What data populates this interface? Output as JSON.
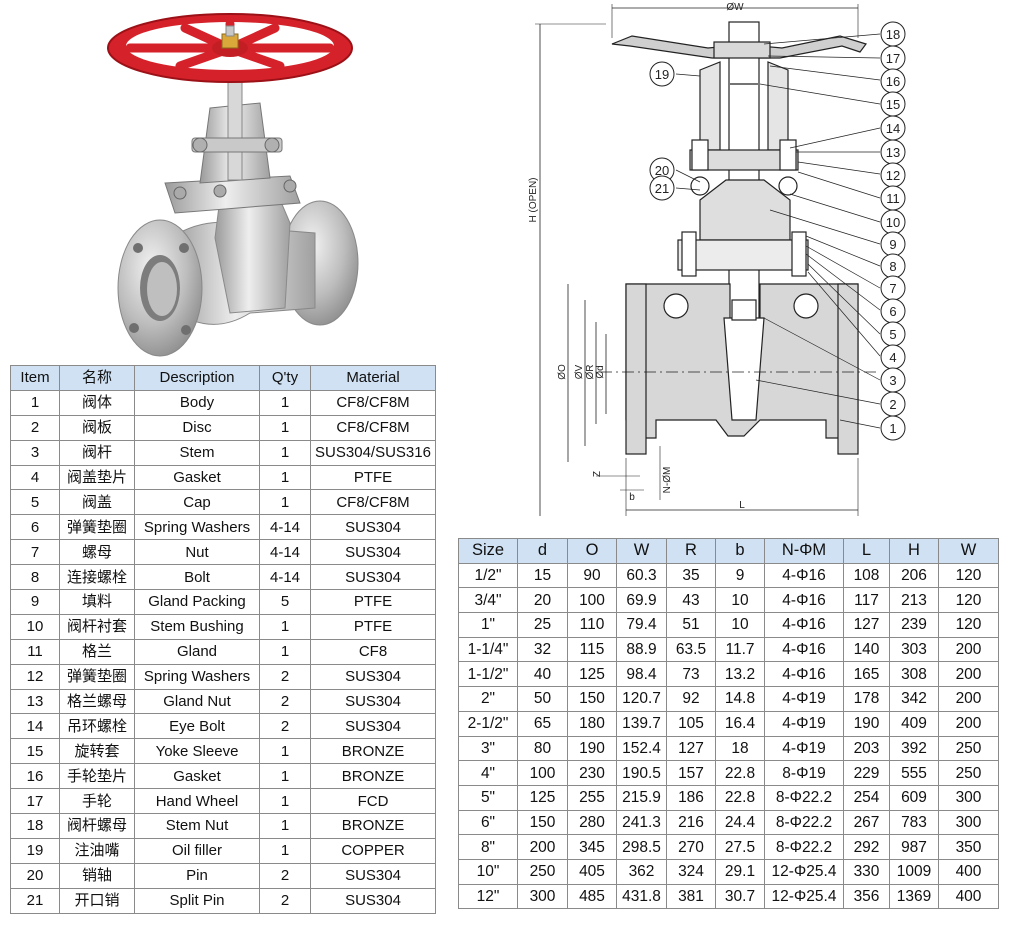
{
  "drawing": {
    "top_dimension": "ØW",
    "height_dimension": "H (OPEN)",
    "length_dimension": "L",
    "left_dimensions": [
      "ØO",
      "ØV",
      "ØR",
      "Ød"
    ],
    "bottom_dimensions": [
      "Z",
      "b",
      "N-ØM"
    ],
    "balloons": [
      "18",
      "17",
      "16",
      "15",
      "14",
      "13",
      "12",
      "11",
      "10",
      "9",
      "8",
      "7",
      "6",
      "5",
      "4",
      "3",
      "2",
      "1",
      "19",
      "20",
      "21"
    ]
  },
  "parts_table": {
    "headers": [
      "Item",
      "名称",
      "Description",
      "Q'ty",
      "Material"
    ],
    "rows": [
      [
        "1",
        "阀体",
        "Body",
        "1",
        "CF8/CF8M"
      ],
      [
        "2",
        "阀板",
        "Disc",
        "1",
        "CF8/CF8M"
      ],
      [
        "3",
        "阀杆",
        "Stem",
        "1",
        "SUS304/SUS316"
      ],
      [
        "4",
        "阀盖垫片",
        "Gasket",
        "1",
        "PTFE"
      ],
      [
        "5",
        "阀盖",
        "Cap",
        "1",
        "CF8/CF8M"
      ],
      [
        "6",
        "弹簧垫圈",
        "Spring Washers",
        "4-14",
        "SUS304"
      ],
      [
        "7",
        "螺母",
        "Nut",
        "4-14",
        "SUS304"
      ],
      [
        "8",
        "连接螺栓",
        "Bolt",
        "4-14",
        "SUS304"
      ],
      [
        "9",
        "填料",
        "Gland Packing",
        "5",
        "PTFE"
      ],
      [
        "10",
        "阀杆衬套",
        "Stem Bushing",
        "1",
        "PTFE"
      ],
      [
        "11",
        "格兰",
        "Gland",
        "1",
        "CF8"
      ],
      [
        "12",
        "弹簧垫圈",
        "Spring Washers",
        "2",
        "SUS304"
      ],
      [
        "13",
        "格兰螺母",
        "Gland Nut",
        "2",
        "SUS304"
      ],
      [
        "14",
        "吊环螺栓",
        "Eye Bolt",
        "2",
        "SUS304"
      ],
      [
        "15",
        "旋转套",
        "Yoke Sleeve",
        "1",
        "BRONZE"
      ],
      [
        "16",
        "手轮垫片",
        "Gasket",
        "1",
        "BRONZE"
      ],
      [
        "17",
        "手轮",
        "Hand Wheel",
        "1",
        "FCD"
      ],
      [
        "18",
        "阀杆螺母",
        "Stem Nut",
        "1",
        "BRONZE"
      ],
      [
        "19",
        "注油嘴",
        "Oil filler",
        "1",
        "COPPER"
      ],
      [
        "20",
        "销轴",
        "Pin",
        "2",
        "SUS304"
      ],
      [
        "21",
        "开口销",
        "Split Pin",
        "2",
        "SUS304"
      ]
    ]
  },
  "size_table": {
    "headers": [
      "Size",
      "d",
      "O",
      "W",
      "R",
      "b",
      "N-ΦM",
      "L",
      "H",
      "W"
    ],
    "rows": [
      [
        "1/2\"",
        "15",
        "90",
        "60.3",
        "35",
        "9",
        "4-Φ16",
        "108",
        "206",
        "120"
      ],
      [
        "3/4\"",
        "20",
        "100",
        "69.9",
        "43",
        "10",
        "4-Φ16",
        "117",
        "213",
        "120"
      ],
      [
        "1\"",
        "25",
        "110",
        "79.4",
        "51",
        "10",
        "4-Φ16",
        "127",
        "239",
        "120"
      ],
      [
        "1-1/4\"",
        "32",
        "115",
        "88.9",
        "63.5",
        "11.7",
        "4-Φ16",
        "140",
        "303",
        "200"
      ],
      [
        "1-1/2\"",
        "40",
        "125",
        "98.4",
        "73",
        "13.2",
        "4-Φ16",
        "165",
        "308",
        "200"
      ],
      [
        "2\"",
        "50",
        "150",
        "120.7",
        "92",
        "14.8",
        "4-Φ19",
        "178",
        "342",
        "200"
      ],
      [
        "2-1/2\"",
        "65",
        "180",
        "139.7",
        "105",
        "16.4",
        "4-Φ19",
        "190",
        "409",
        "200"
      ],
      [
        "3\"",
        "80",
        "190",
        "152.4",
        "127",
        "18",
        "4-Φ19",
        "203",
        "392",
        "250"
      ],
      [
        "4\"",
        "100",
        "230",
        "190.5",
        "157",
        "22.8",
        "8-Φ19",
        "229",
        "555",
        "250"
      ],
      [
        "5\"",
        "125",
        "255",
        "215.9",
        "186",
        "22.8",
        "8-Φ22.2",
        "254",
        "609",
        "300"
      ],
      [
        "6\"",
        "150",
        "280",
        "241.3",
        "216",
        "24.4",
        "8-Φ22.2",
        "267",
        "783",
        "300"
      ],
      [
        "8\"",
        "200",
        "345",
        "298.5",
        "270",
        "27.5",
        "8-Φ22.2",
        "292",
        "987",
        "350"
      ],
      [
        "10\"",
        "250",
        "405",
        "362",
        "324",
        "29.1",
        "12-Φ25.4",
        "330",
        "1009",
        "400"
      ],
      [
        "12\"",
        "300",
        "485",
        "431.8",
        "381",
        "30.7",
        "12-Φ25.4",
        "356",
        "1369",
        "400"
      ]
    ]
  }
}
